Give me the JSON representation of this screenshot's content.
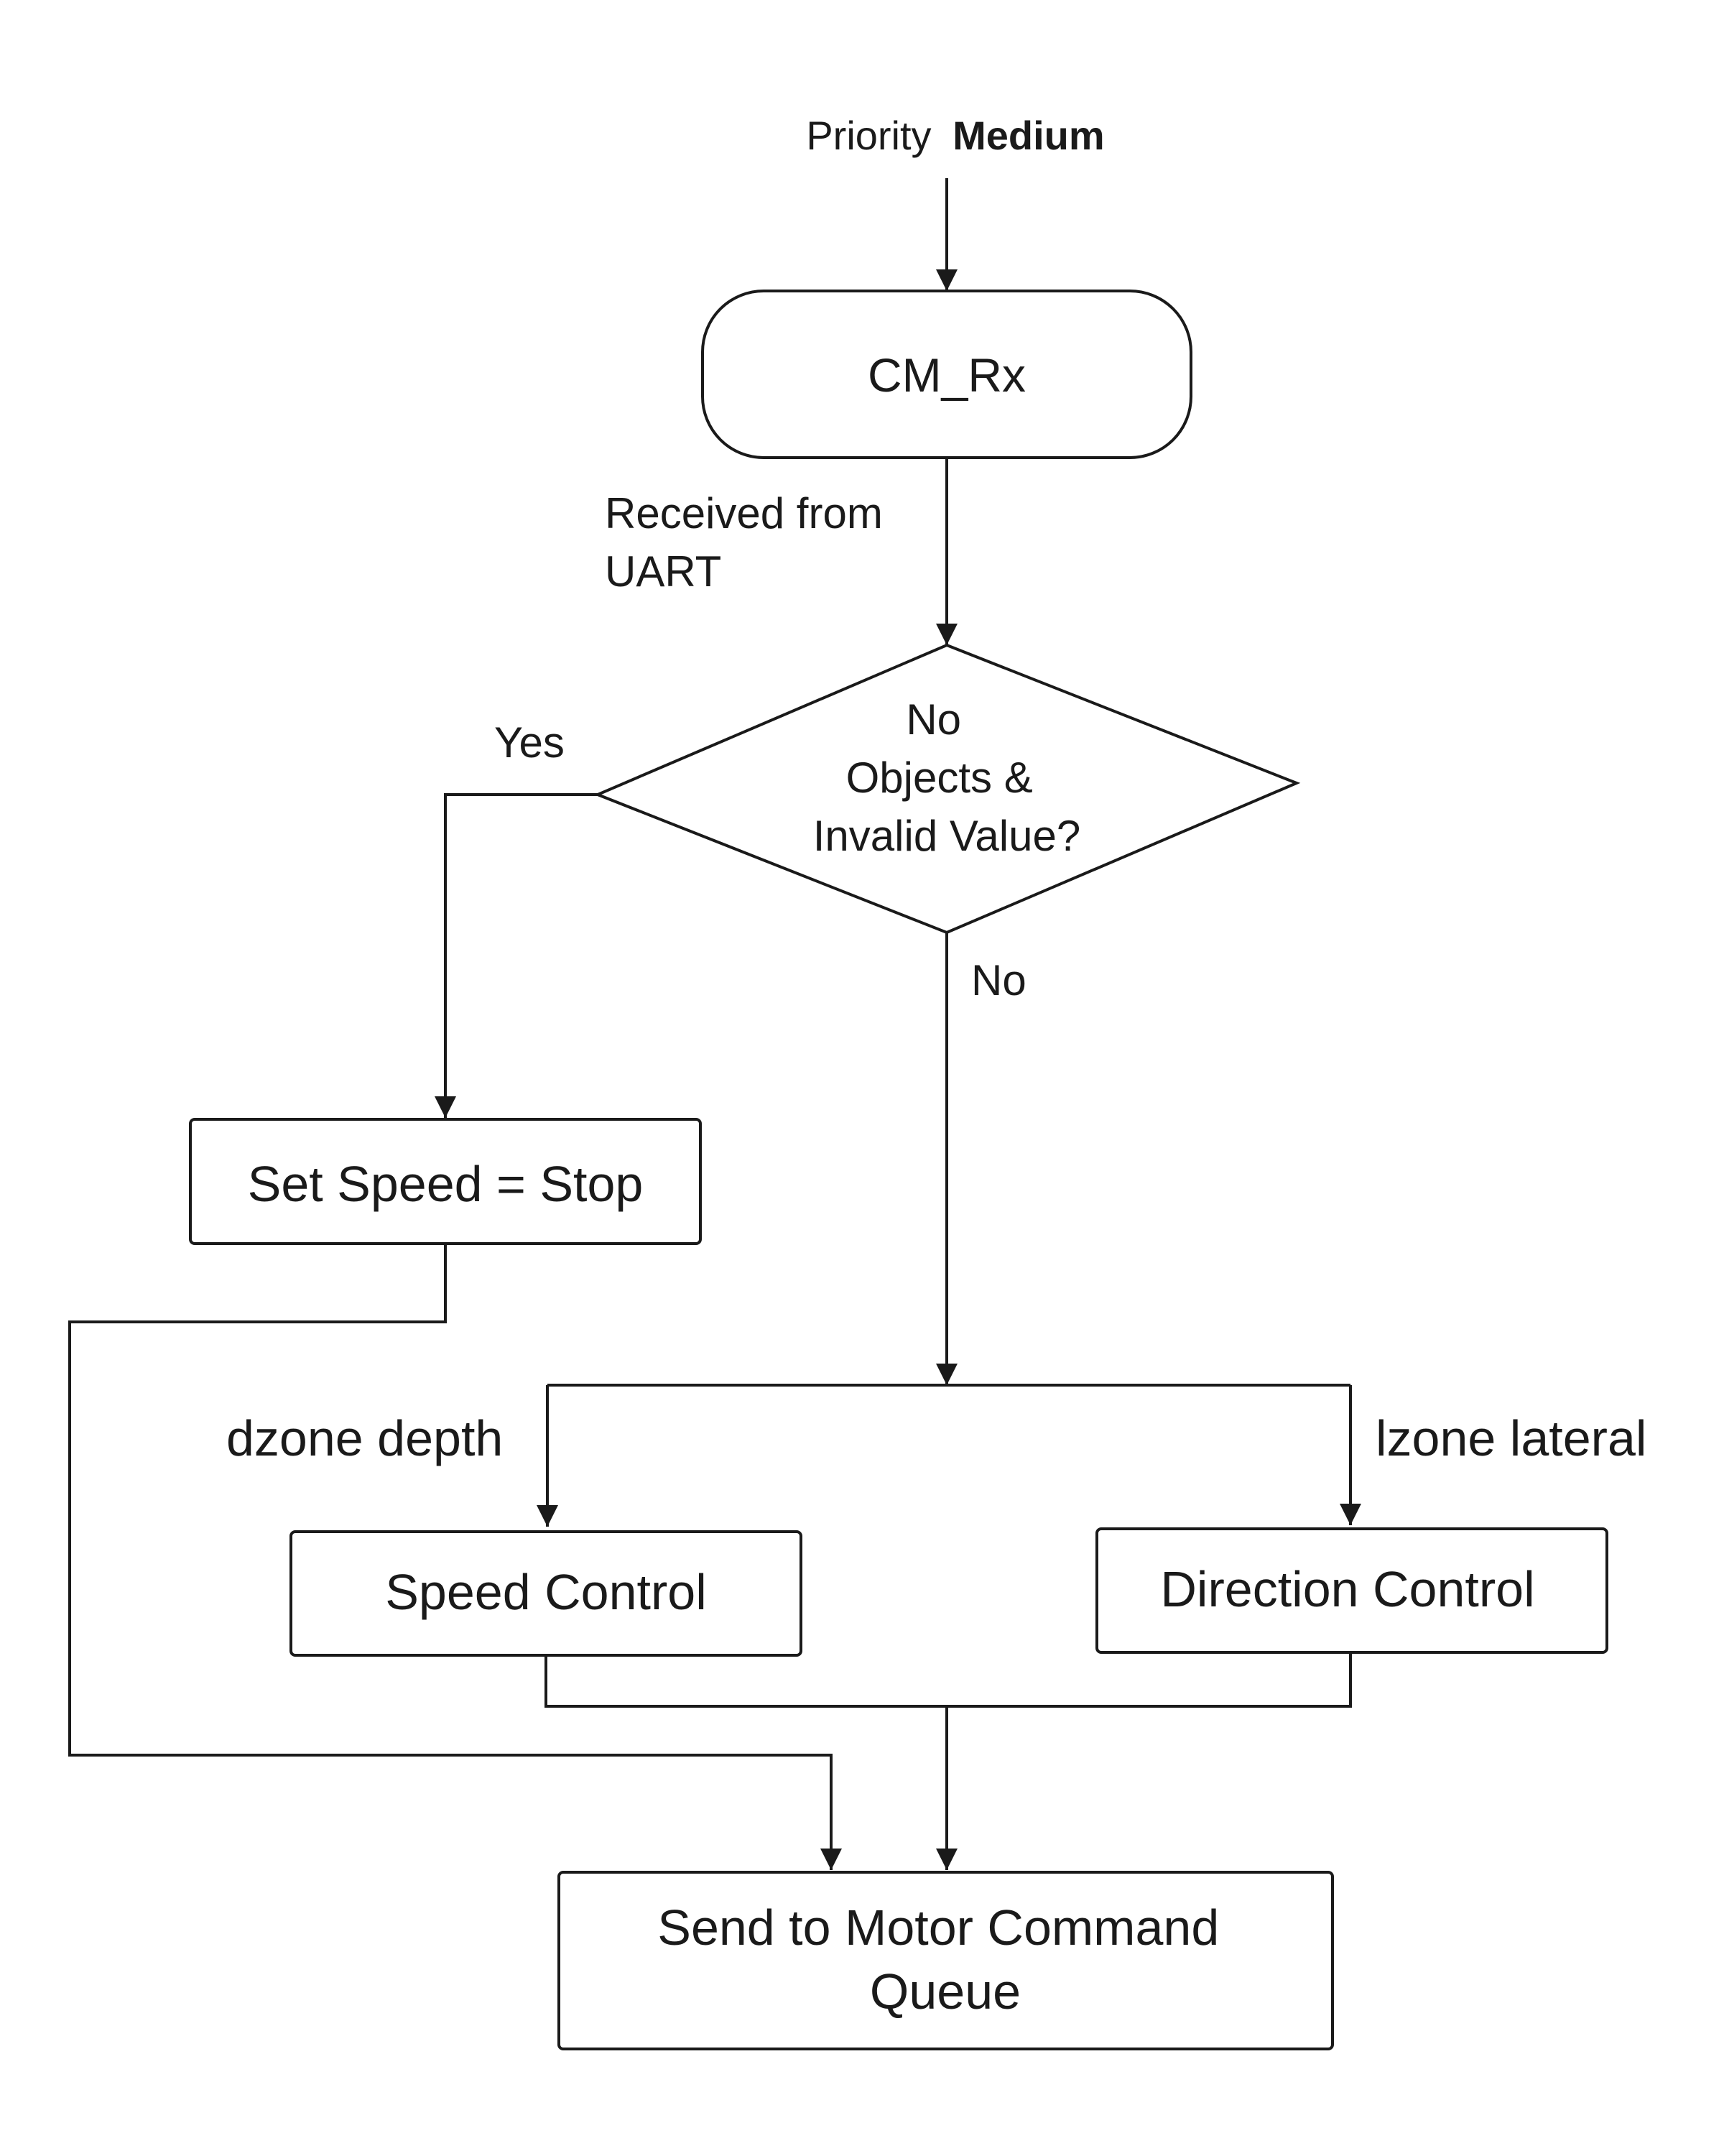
{
  "diagram": {
    "priority": {
      "prefix": "Priority",
      "value": "Medium"
    },
    "start": {
      "label": "CM_Rx"
    },
    "edge_received": {
      "line1": "Received from",
      "line2": "UART"
    },
    "decision": {
      "line1": "No",
      "line2": "Objects &",
      "line3": "Invalid Value?"
    },
    "branch_yes": "Yes",
    "branch_no": "No",
    "stop_box": {
      "label": "Set Speed = Stop"
    },
    "split_left_label": "dzone depth",
    "split_right_label": "lzone lateral",
    "speed_box": {
      "label": "Speed Control"
    },
    "direction_box": {
      "label": "Direction Control"
    },
    "queue_box": {
      "line1": "Send to Motor Command",
      "line2": "Queue"
    }
  }
}
